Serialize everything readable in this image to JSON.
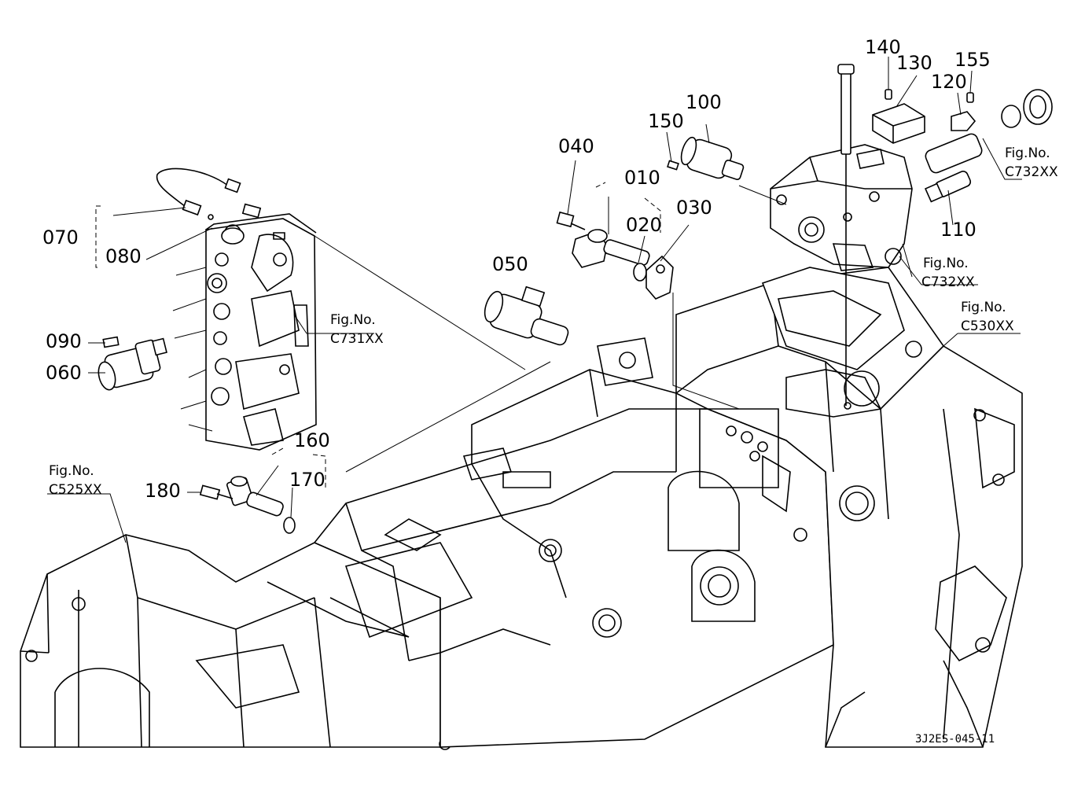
{
  "parts": {
    "p010": "010",
    "p020": "020",
    "p030": "030",
    "p040": "040",
    "p050": "050",
    "p060": "060",
    "p070": "070",
    "p080": "080",
    "p090": "090",
    "p100": "100",
    "p110": "110",
    "p120": "120",
    "p130": "130",
    "p140": "140",
    "p150": "150",
    "p155": "155",
    "p160": "160",
    "p170": "170",
    "p180": "180"
  },
  "figure_refs": {
    "fig_label": "Fig.No.",
    "c731": "C731XX",
    "c732_top": "C732XX",
    "c732_mid": "C732XX",
    "c530": "C530XX",
    "c525": "C525XX"
  },
  "drawing_code": "3J2ES-045-11"
}
